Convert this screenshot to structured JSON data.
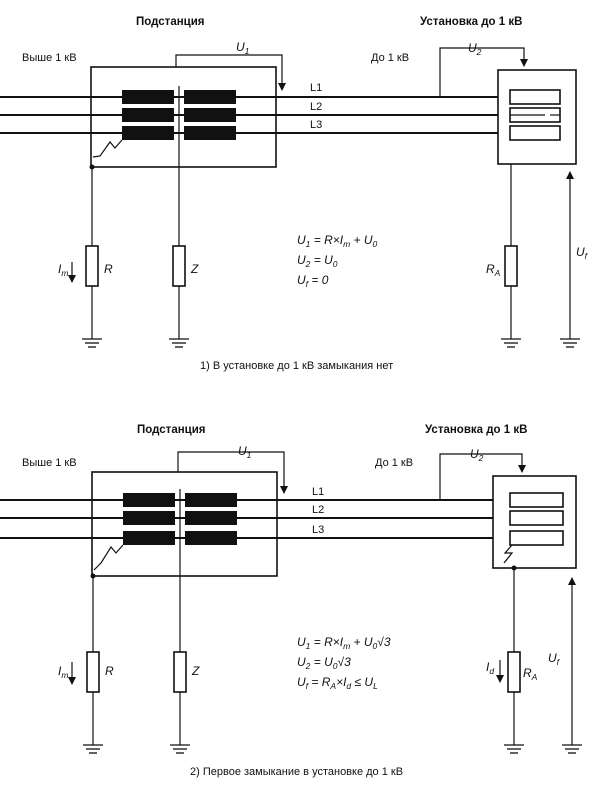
{
  "diagram1": {
    "substation_title": "Подстанция",
    "installation_title": "Установка до 1 кВ",
    "above_1kv": "Выше 1 кВ",
    "below_1kv": "До 1 кВ",
    "u1_label": "U",
    "u1_sub": "1",
    "u2_label": "U",
    "u2_sub": "2",
    "uf_label": "U",
    "uf_sub": "f",
    "lines": [
      "L1",
      "L2",
      "L3"
    ],
    "im_label": "I",
    "im_sub": "m",
    "r_label": "R",
    "z_label": "Z",
    "ra_label": "R",
    "ra_sub": "A",
    "formulas": {
      "f1_a": "U",
      "f1_sub": "1",
      "f1_b": " = R×I",
      "f1_sub2": "m",
      "f1_c": " + U",
      "f1_sub3": "0",
      "f2_a": "U",
      "f2_sub": "2",
      "f2_b": " = U",
      "f2_sub2": "0",
      "f3_a": "U",
      "f3_sub": "f",
      "f3_b": " = 0"
    },
    "caption": "1) В установке до 1 кВ замыкания нет"
  },
  "diagram2": {
    "substation_title": "Подстанция",
    "installation_title": "Установка до 1 кВ",
    "above_1kv": "Выше 1 кВ",
    "below_1kv": "До 1 кВ",
    "u1_label": "U",
    "u1_sub": "1",
    "u2_label": "U",
    "u2_sub": "2",
    "uf_label": "U",
    "uf_sub": "f",
    "lines": [
      "L1",
      "L2",
      "L3"
    ],
    "im_label": "I",
    "im_sub": "m",
    "id_label": "I",
    "id_sub": "d",
    "r_label": "R",
    "z_label": "Z",
    "ra_label": "R",
    "ra_sub": "A",
    "formulas": {
      "f1_a": "U",
      "f1_sub": "1",
      "f1_b": " = R×I",
      "f1_sub2": "m",
      "f1_c": " + U",
      "f1_sub3": "0",
      "f1_d": "√3",
      "f2_a": "U",
      "f2_sub": "2",
      "f2_b": " = U",
      "f2_sub2": "0",
      "f2_c": "√3",
      "f3_a": "U",
      "f3_sub": "f",
      "f3_b": " = R",
      "f3_sub2": "A",
      "f3_c": "×I",
      "f3_sub3": "d",
      "f3_d": " ≤ U",
      "f3_sub4": "L"
    },
    "caption": "2) Первое замыкание в установке до 1 кВ"
  }
}
